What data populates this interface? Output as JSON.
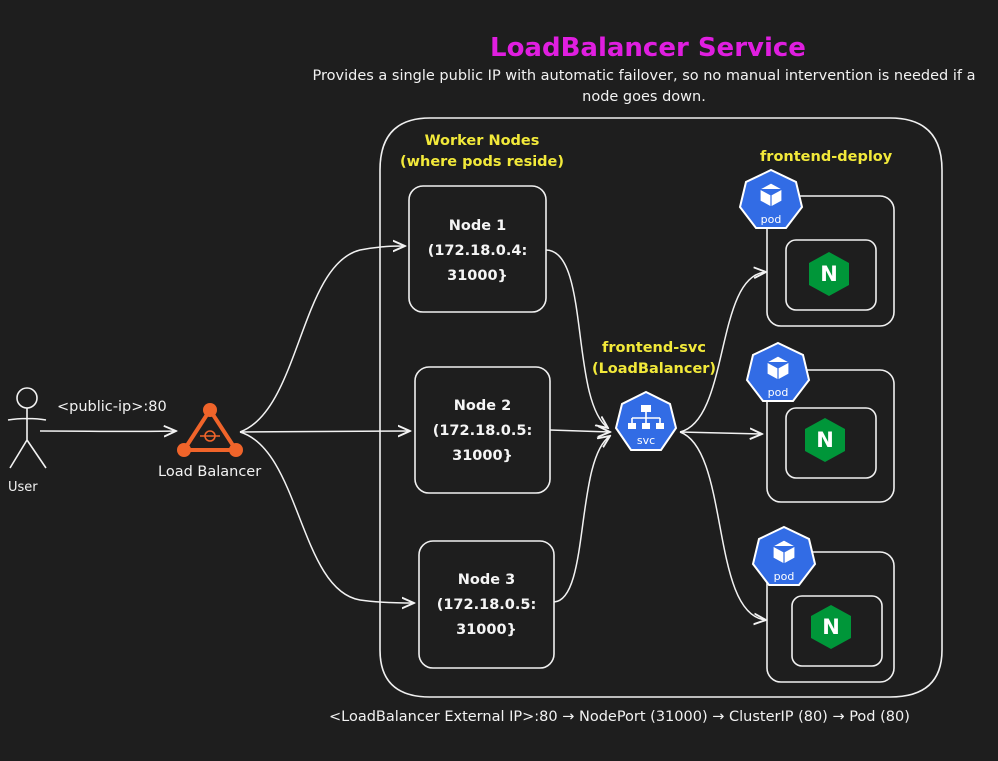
{
  "title": "LoadBalancer Service",
  "subtitle": "Provides a single public IP with automatic failover, so no manual intervention is needed if a node goes down.",
  "user_label": "User",
  "public_ip_label": "<public-ip>:80",
  "load_balancer_label": "Load Balancer",
  "worker_nodes_label": [
    "Worker Nodes",
    "(where pods reside)"
  ],
  "nodes": [
    {
      "name": "Node 1",
      "ip": "(172.18.0.4:",
      "port": "31000}"
    },
    {
      "name": "Node 2",
      "ip": "(172.18.0.5:",
      "port": "31000}"
    },
    {
      "name": "Node 3",
      "ip": "(172.18.0.5:",
      "port": "31000}"
    }
  ],
  "service_label": [
    "frontend-svc",
    "(LoadBalancer)"
  ],
  "service_icon_text": "svc",
  "deployment_label": "frontend-deploy",
  "pods": [
    {
      "icon_text": "pod",
      "container_letter": "N"
    },
    {
      "icon_text": "pod",
      "container_letter": "N"
    },
    {
      "icon_text": "pod",
      "container_letter": "N"
    }
  ],
  "flow_label": "<LoadBalancer External IP>:80 → NodePort (31000) → ClusterIP (80) → Pod (80)",
  "colors": {
    "background": "#1e1e1e",
    "title": "#e01ee0",
    "highlight": "#f2e93a",
    "k8s_blue": "#326ce5",
    "load_balancer": "#f0642a",
    "nginx_green": "#009639"
  }
}
